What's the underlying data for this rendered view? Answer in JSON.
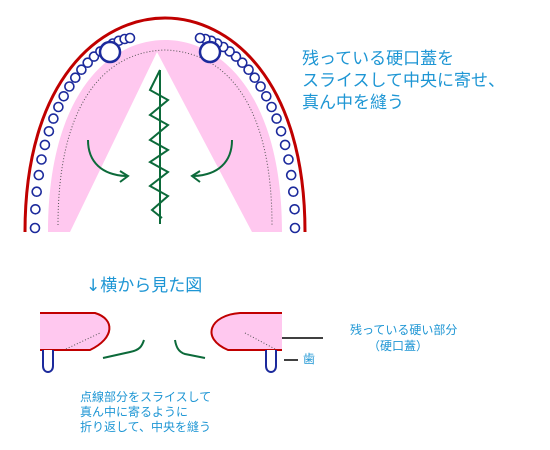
{
  "annotation_main": {
    "lines": [
      "残っている硬口蓋を",
      "スライスして中央に寄せ、",
      "真ん中を縫う"
    ]
  },
  "side_view_title": "↓横から見た図",
  "label_hard_palate": {
    "lines": [
      "残っている硬い部分",
      "（硬口蓋）"
    ]
  },
  "label_tooth": "歯",
  "annotation_bottom": {
    "lines": [
      "点線部分をスライスして",
      "真ん中に寄るように",
      "折り返して、中央を縫う"
    ]
  },
  "colors": {
    "text": "#1e96d4",
    "palate_fill": "#ffc8ef",
    "gum_line": "#c00000",
    "tooth_outline": "#1c2a9c",
    "suture": "#0c6a3a",
    "pointer_line": "#000000"
  }
}
